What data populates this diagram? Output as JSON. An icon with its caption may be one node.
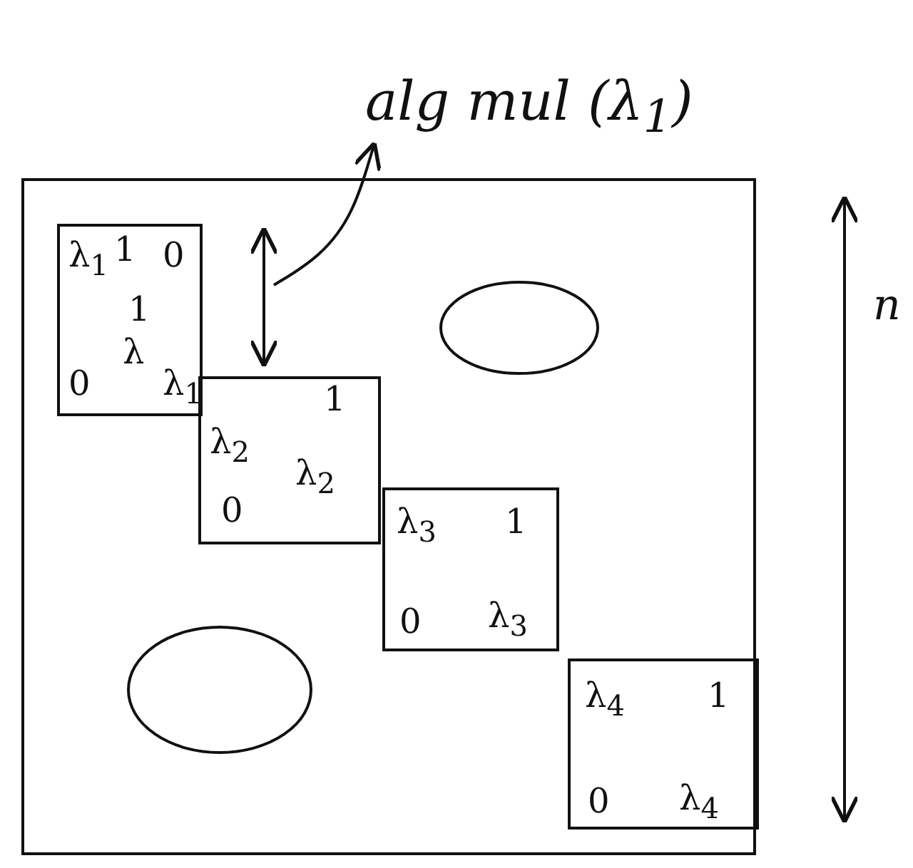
{
  "diagram": {
    "nodes": [
      {
        "text": [],
        "shape": "box"
      },
      {
        "text": [
          "λ$_{1}$",
          "1",
          "0",
          "1",
          "0",
          "λ",
          "λ$_{1}$"
        ],
        "in": 0
      },
      {
        "text": [
          "1",
          "λ$_{2}$",
          "λ$_{2}$",
          "0"
        ],
        "in": 0
      },
      {
        "text": [
          "λ$_{3}$",
          "1",
          "0",
          "λ$_{3}$"
        ],
        "in": 0
      },
      {
        "text": [
          "λ$_{4}$",
          "1",
          "0",
          "λ$_{4}$"
        ],
        "in": 0
      },
      {
        "text": [
          "alg mul (λ$_{1}$)"
        ]
      },
      {
        "text": [],
        "shape": "circle",
        "in": 0
      },
      {
        "text": [],
        "shape": "circle",
        "in": 0
      }
    ],
    "edges": [
      {
        "from": null,
        "to": 5,
        "arrow": "to"
      }
    ],
    "labels": [
      "n"
    ]
  }
}
